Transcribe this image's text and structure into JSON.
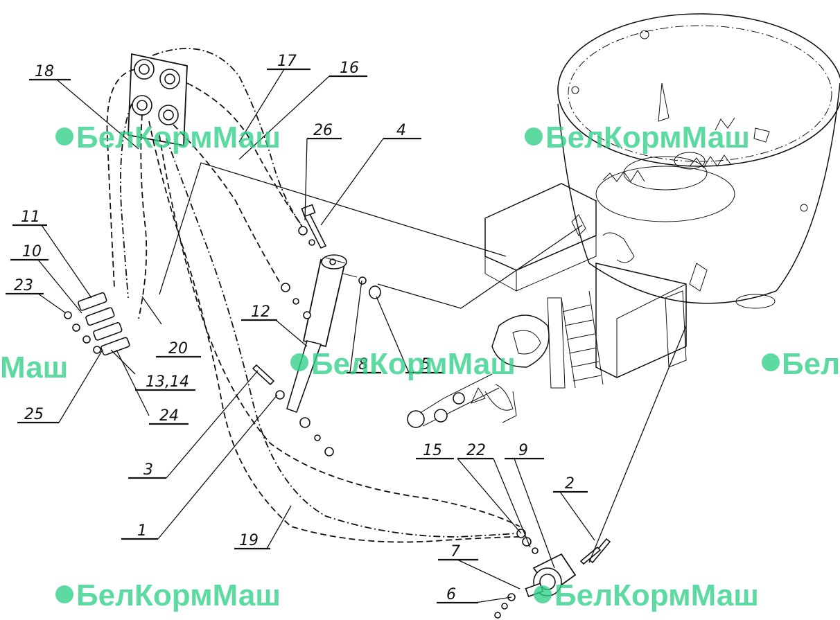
{
  "watermark": {
    "text": "БелКормМаш",
    "fragment_left": "Маш",
    "fragment_right": "Бел",
    "color": "#2fcf86"
  },
  "callouts": [
    {
      "id": "18",
      "label": "18"
    },
    {
      "id": "17",
      "label": "17"
    },
    {
      "id": "16",
      "label": "16"
    },
    {
      "id": "26",
      "label": "26"
    },
    {
      "id": "4",
      "label": "4"
    },
    {
      "id": "11",
      "label": "11"
    },
    {
      "id": "10",
      "label": "10"
    },
    {
      "id": "23",
      "label": "23"
    },
    {
      "id": "20",
      "label": "20"
    },
    {
      "id": "12",
      "label": "12"
    },
    {
      "id": "8",
      "label": "8"
    },
    {
      "id": "5",
      "label": "5"
    },
    {
      "id": "13_14",
      "label": "13,14"
    },
    {
      "id": "25",
      "label": "25"
    },
    {
      "id": "24",
      "label": "24"
    },
    {
      "id": "3",
      "label": "3"
    },
    {
      "id": "15",
      "label": "15"
    },
    {
      "id": "22",
      "label": "22"
    },
    {
      "id": "9",
      "label": "9"
    },
    {
      "id": "2",
      "label": "2"
    },
    {
      "id": "1",
      "label": "1"
    },
    {
      "id": "19",
      "label": "19"
    },
    {
      "id": "7",
      "label": "7"
    },
    {
      "id": "6",
      "label": "6"
    }
  ]
}
